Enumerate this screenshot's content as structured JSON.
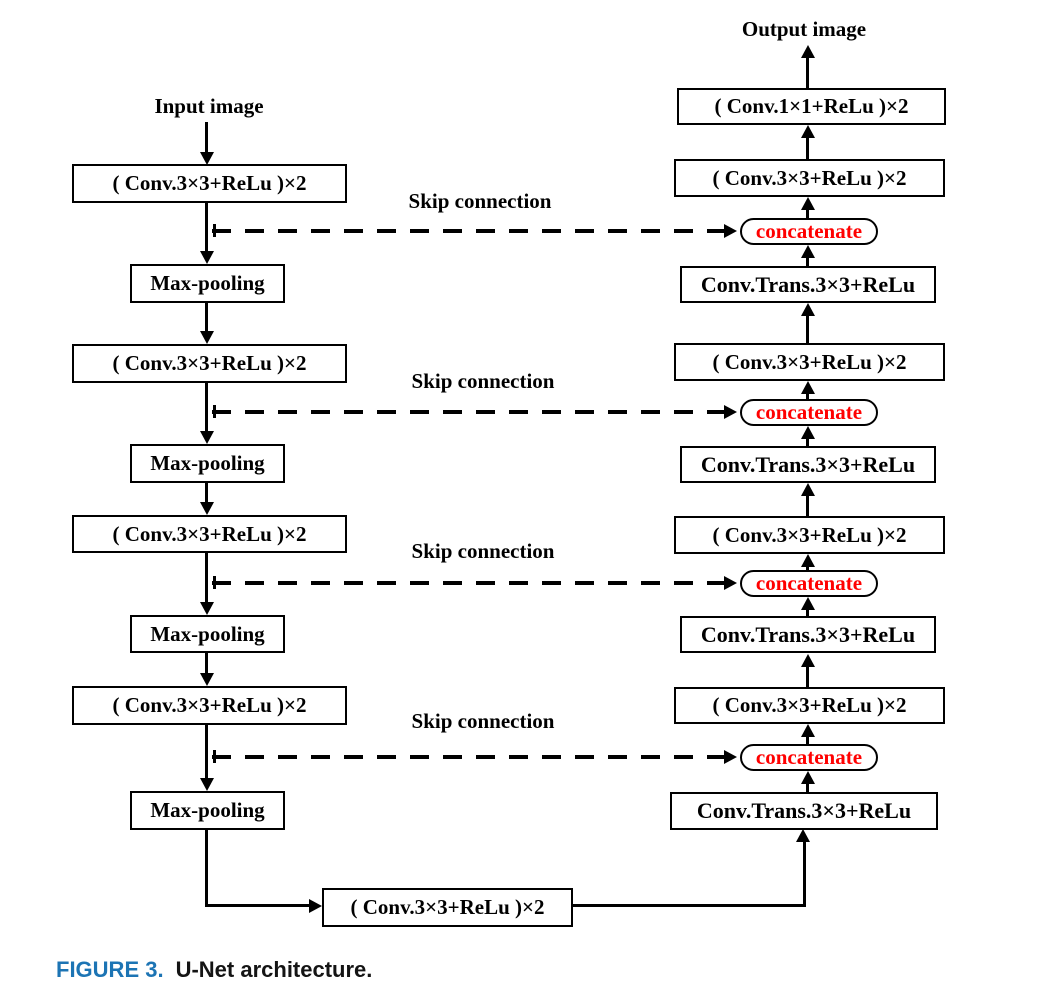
{
  "figure": {
    "caption": {
      "label": "FIGURE 3.",
      "text": "U-Net architecture."
    },
    "labels": {
      "input": "Input image",
      "output": "Output image"
    },
    "colors": {
      "line": "#000000",
      "box_border": "#000000",
      "concatenate_text": "#ff0000",
      "caption_label": "#1c74b4",
      "background": "#ffffff"
    },
    "encoder": {
      "items": [
        {
          "type": "box",
          "label": "( Conv.3×3+ReLu )×2"
        },
        {
          "type": "box",
          "label": "Max-pooling"
        },
        {
          "type": "box",
          "label": "( Conv.3×3+ReLu )×2"
        },
        {
          "type": "box",
          "label": "Max-pooling"
        },
        {
          "type": "box",
          "label": "( Conv.3×3+ReLu )×2"
        },
        {
          "type": "box",
          "label": "Max-pooling"
        },
        {
          "type": "box",
          "label": "( Conv.3×3+ReLu )×2"
        },
        {
          "type": "box",
          "label": "Max-pooling"
        }
      ]
    },
    "bottleneck": {
      "label": "( Conv.3×3+ReLu )×2"
    },
    "decoder": {
      "items": [
        {
          "type": "box",
          "label": "( Conv.1×1+ReLu )×2"
        },
        {
          "type": "box",
          "label": "( Conv.3×3+ReLu )×2"
        },
        {
          "type": "oval",
          "label": "concatenate"
        },
        {
          "type": "box",
          "label": "Conv.Trans.3×3+ReLu"
        },
        {
          "type": "box",
          "label": "( Conv.3×3+ReLu )×2"
        },
        {
          "type": "oval",
          "label": "concatenate"
        },
        {
          "type": "box",
          "label": "Conv.Trans.3×3+ReLu"
        },
        {
          "type": "box",
          "label": "( Conv.3×3+ReLu )×2"
        },
        {
          "type": "oval",
          "label": "concatenate"
        },
        {
          "type": "box",
          "label": "Conv.Trans.3×3+ReLu"
        },
        {
          "type": "box",
          "label": "( Conv.3×3+ReLu )×2"
        },
        {
          "type": "oval",
          "label": "concatenate"
        },
        {
          "type": "box",
          "label": "Conv.Trans.3×3+ReLu"
        }
      ]
    },
    "skip_connections": [
      {
        "label": "Skip connection"
      },
      {
        "label": "Skip connection"
      },
      {
        "label": "Skip connection"
      },
      {
        "label": "Skip connection"
      }
    ]
  }
}
